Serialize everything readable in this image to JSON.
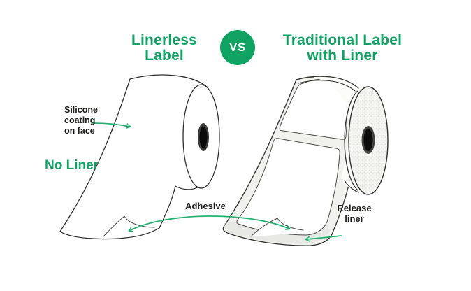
{
  "diagram": {
    "heading": {
      "title_left": "Linerless\nLabel",
      "vs_label": "VS",
      "title_right": "Traditional Label\nwith Liner"
    },
    "annotations": {
      "silicone_coating": "Silicone\ncoating\non face",
      "no_liner": "No Liner",
      "adhesive": "Adhesive",
      "release_liner": "Release\nliner"
    },
    "icons": {
      "vs_badge": "vs-circle-badge",
      "arrows": [
        "silicone-arrow",
        "adhesive-double-arrow",
        "release-liner-arrow"
      ]
    },
    "colors": {
      "brand_green": "#10a364",
      "arrow_green": "#23b273",
      "outline": "#2e2e2c",
      "liner_gray": "#f1f1ee",
      "exposed_liner_gray": "#e8e8e4",
      "roll_face_gray": "#f4f4f1",
      "core_black": "#0b0b0b",
      "background": "#ffffff"
    }
  }
}
